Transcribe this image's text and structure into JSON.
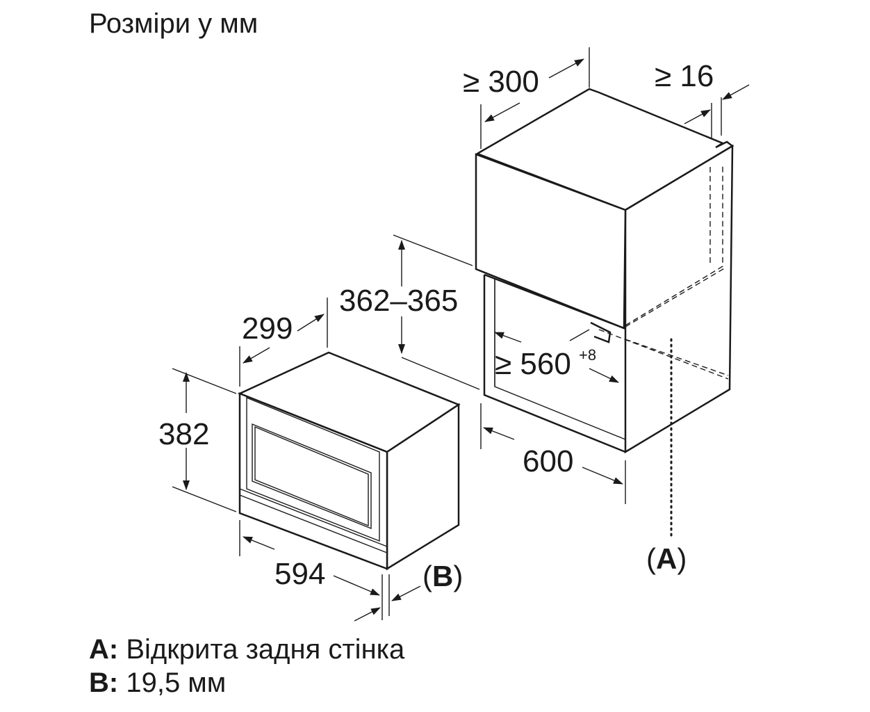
{
  "title": "Розміри у мм",
  "dimensions": {
    "cabinet_depth": "≥ 300",
    "cabinet_side_gap": "≥ 16",
    "niche_height": "362–365",
    "niche_width_value": "≥ 560",
    "niche_width_tolerance": "+8",
    "niche_depth": "600",
    "appliance_depth": "299",
    "appliance_height": "382",
    "appliance_width": "594"
  },
  "callouts": {
    "a": {
      "open": "(",
      "letter": "A",
      "close": ")"
    },
    "b": {
      "open": "(",
      "letter": "B",
      "close": ")"
    }
  },
  "legend": [
    {
      "key": "A:",
      "text": "Відкрита задня стінка"
    },
    {
      "key": "B:",
      "text": "19,5 мм"
    }
  ]
}
